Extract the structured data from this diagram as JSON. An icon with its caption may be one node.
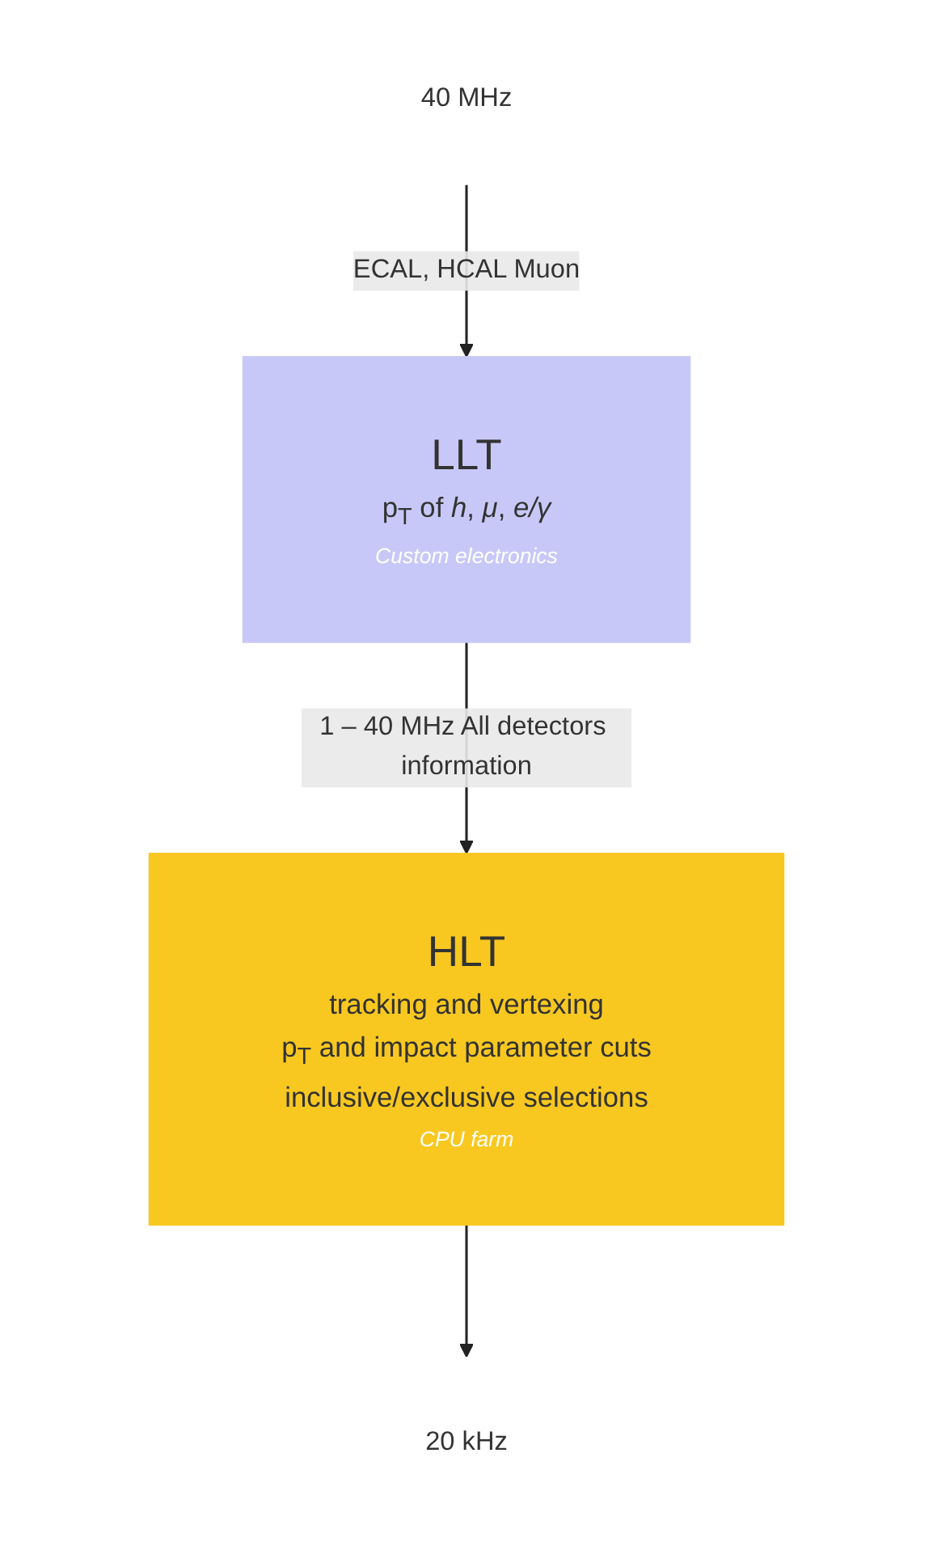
{
  "diagram": {
    "nodes": [
      {
        "text": [
          "40 MHz"
        ]
      },
      {
        "text": [
          "LLT",
          "p$_{T}$ of *h*, *μ*, *e/γ*",
          "Custom electronics"
        ]
      },
      {
        "text": [
          "HLT",
          "tracking and vertexing",
          "p$_{T}$ and impact parameter cuts",
          "inclusive/exclusive selections",
          "CPU farm"
        ]
      },
      {
        "text": [
          "20 kHz"
        ]
      }
    ],
    "edges": [
      {
        "from": 0,
        "to": 1,
        "arrow": "to",
        "label": "ECAL, HCAL Muon"
      },
      {
        "from": 1,
        "to": 2,
        "arrow": "to",
        "label": "1 – 40 MHz All detectors information"
      },
      {
        "from": 2,
        "to": 3,
        "arrow": "to"
      }
    ]
  }
}
